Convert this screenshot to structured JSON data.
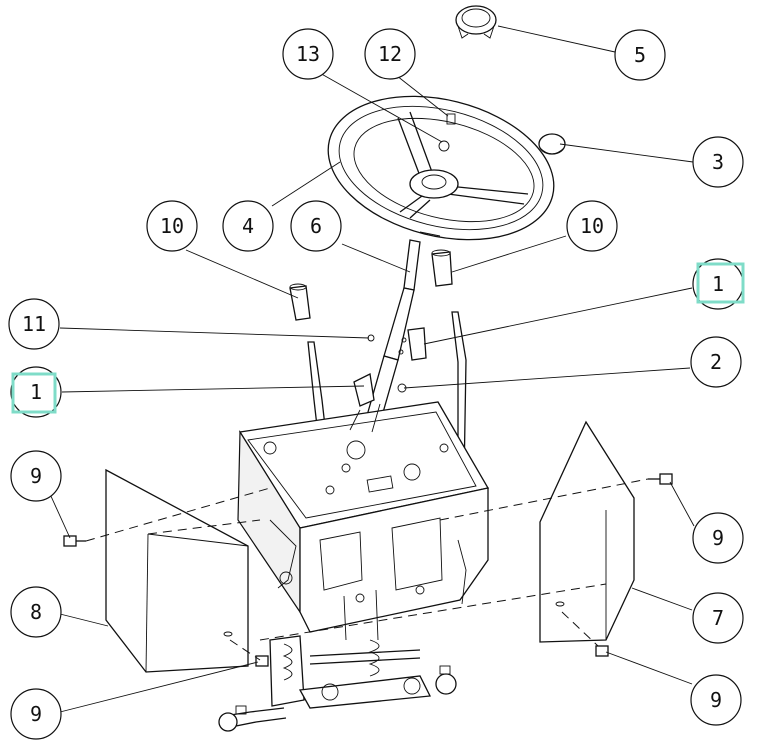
{
  "callouts": [
    {
      "id": "c5",
      "label": "5"
    },
    {
      "id": "c13",
      "label": "13"
    },
    {
      "id": "c12",
      "label": "12"
    },
    {
      "id": "c3",
      "label": "3"
    },
    {
      "id": "c10a",
      "label": "10"
    },
    {
      "id": "c4",
      "label": "4"
    },
    {
      "id": "c6",
      "label": "6"
    },
    {
      "id": "c10b",
      "label": "10"
    },
    {
      "id": "c1a",
      "label": "1",
      "highlighted": true
    },
    {
      "id": "c11",
      "label": "11"
    },
    {
      "id": "c2",
      "label": "2"
    },
    {
      "id": "c1b",
      "label": "1",
      "highlighted": true
    },
    {
      "id": "c9a",
      "label": "9"
    },
    {
      "id": "c9b",
      "label": "9"
    },
    {
      "id": "c8",
      "label": "8"
    },
    {
      "id": "c7",
      "label": "7"
    },
    {
      "id": "c9c",
      "label": "9"
    },
    {
      "id": "c9d",
      "label": "9"
    }
  ],
  "highlight_color": "#7fdcc8"
}
